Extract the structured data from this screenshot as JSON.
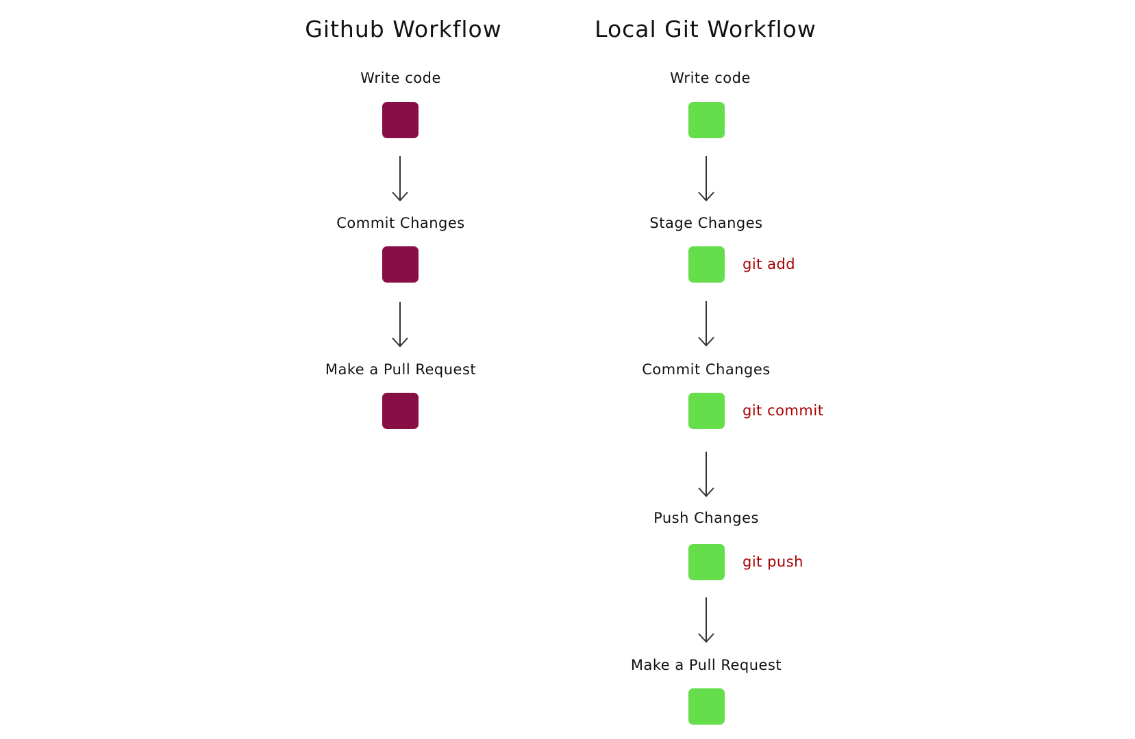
{
  "colors": {
    "github_box": "#870f45",
    "local_box": "#66dd4a",
    "command_text": "#a80000",
    "arrow": "#333333"
  },
  "github_workflow": {
    "title": "Github Workflow",
    "steps": [
      {
        "label": "Write code"
      },
      {
        "label": "Commit Changes"
      },
      {
        "label": "Make a Pull Request"
      }
    ]
  },
  "local_workflow": {
    "title": "Local Git Workflow",
    "steps": [
      {
        "label": "Write code",
        "command": ""
      },
      {
        "label": "Stage Changes",
        "command": "git add"
      },
      {
        "label": "Commit Changes",
        "command": "git commit"
      },
      {
        "label": "Push Changes",
        "command": "git push"
      },
      {
        "label": "Make a Pull Request",
        "command": ""
      }
    ]
  }
}
